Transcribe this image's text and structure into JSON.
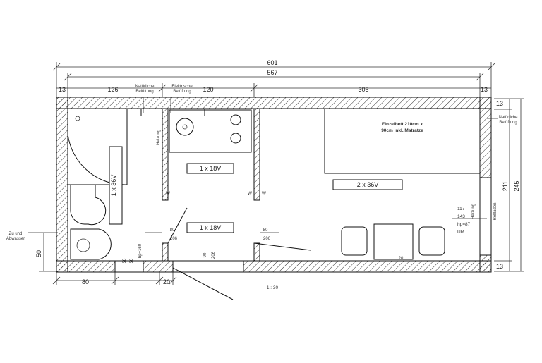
{
  "dimensions": {
    "overall": "601",
    "inner": "567",
    "wall_left": "13",
    "wall_right": "13",
    "wall_top_right": "13",
    "wall_bottom_right": "13",
    "bath_width": "126",
    "tech_width": "120",
    "room_width": "305",
    "height_outer": "245",
    "height_inner": "211",
    "left_50": "50",
    "bottom_80": "80",
    "bottom_20": "20",
    "door_80_left": "80",
    "door_206_left": "206",
    "door_80_right": "80",
    "door_206_right": "206",
    "door_90": "90",
    "door_206_bottom": "206",
    "win_58": "58",
    "win_50": "50",
    "win_hp": "hp=160",
    "bed_20": "20"
  },
  "labels": {
    "vent_left": "Natürliche Belüftung",
    "vent_elec": "Elektrische Belüftung",
    "vent_right": "Natürliche Belüftung",
    "heating_left": "Heizung",
    "heating_right": "Heizung",
    "shutters": "Rollladen",
    "bed": "Einzelbett 210cm x 90cm inkl. Matratze",
    "supply": "Zu und Abwasser",
    "scale": "1 : 30",
    "window_info": [
      "117",
      "143",
      "hp=87",
      "UR"
    ],
    "w1": "W",
    "w2": "W",
    "w3": "W"
  },
  "lights": {
    "bath": "1 x 36V",
    "tech_top": "1 x 18V",
    "tech_bottom": "1 x 18V",
    "room": "2 x 36V"
  }
}
